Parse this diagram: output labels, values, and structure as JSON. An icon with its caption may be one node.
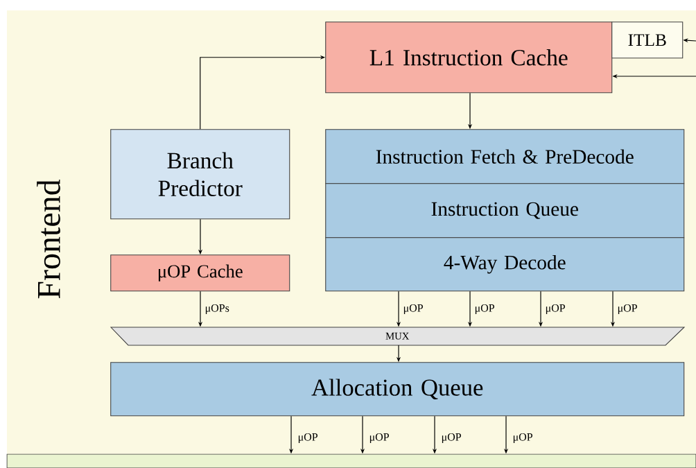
{
  "diagram": {
    "nodes": [
      {
        "text": [
          "Frontend"
        ]
      },
      {
        "text": [
          "L1 Instruction Cache"
        ],
        "in": 0
      },
      {
        "text": [
          "ITLB"
        ],
        "in": 0
      },
      {
        "text": [
          "Branch Predictor"
        ],
        "in": 0
      },
      {
        "text": [
          "Instruction Fetch & PreDecode"
        ],
        "in": 0
      },
      {
        "text": [
          "Instruction Queue"
        ],
        "in": 0
      },
      {
        "text": [
          "4-Way Decode"
        ],
        "in": 0
      },
      {
        "text": [
          "μOP Cache"
        ],
        "in": 0
      },
      {
        "text": [
          "MUX"
        ],
        "in": 0
      },
      {
        "text": [
          "Allocation Queue"
        ],
        "in": 0
      },
      {
        "text": [],
        "shape": "box"
      }
    ],
    "edges": [
      {
        "from": 3,
        "to": 1,
        "arrow": "to"
      },
      {
        "from": null,
        "to": 2,
        "arrow": "to"
      },
      {
        "from": null,
        "to": 1,
        "arrow": "to"
      },
      {
        "from": 1,
        "to": 4,
        "arrow": "to"
      },
      {
        "from": 3,
        "to": 7,
        "arrow": "to"
      },
      {
        "from": 7,
        "to": 8,
        "arrow": "to",
        "label": "μOPs"
      },
      {
        "from": 6,
        "to": 8,
        "arrow": "to",
        "label": "μOP"
      },
      {
        "from": 6,
        "to": 8,
        "arrow": "to",
        "label": "μOP"
      },
      {
        "from": 6,
        "to": 8,
        "arrow": "to",
        "label": "μOP"
      },
      {
        "from": 6,
        "to": 8,
        "arrow": "to",
        "label": "μOP"
      },
      {
        "from": 8,
        "to": 9,
        "arrow": "to"
      },
      {
        "from": 9,
        "to": 10,
        "arrow": "to",
        "label": "μOP"
      },
      {
        "from": 9,
        "to": 10,
        "arrow": "to",
        "label": "μOP"
      },
      {
        "from": 9,
        "to": 10,
        "arrow": "to",
        "label": "μOP"
      },
      {
        "from": 9,
        "to": 10,
        "arrow": "to",
        "label": "μOP"
      }
    ]
  }
}
